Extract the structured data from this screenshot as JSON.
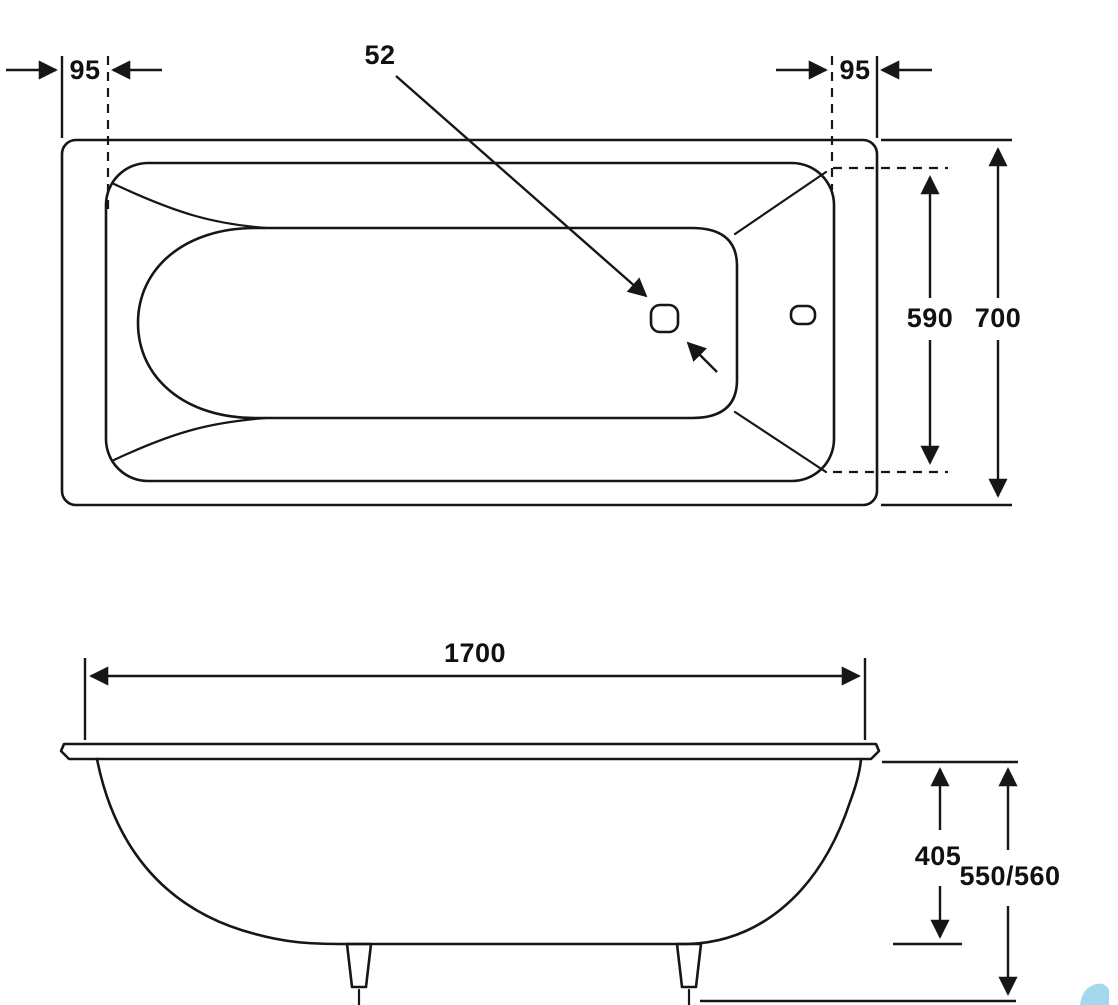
{
  "drawing": {
    "title": "Bathtub dimensional drawing (top view and side view)",
    "line_color": "#161616",
    "background": "#ffffff",
    "watermark_color": "#9ad4ea",
    "top_view": {
      "offset_left_mm": "95",
      "offset_right_mm": "95",
      "drain_diameter_mm": "52",
      "inner_width_mm": "590",
      "outer_width_mm": "700"
    },
    "side_view": {
      "length_mm": "1700",
      "inner_depth_mm": "405",
      "total_height_mm": "550/560"
    }
  }
}
